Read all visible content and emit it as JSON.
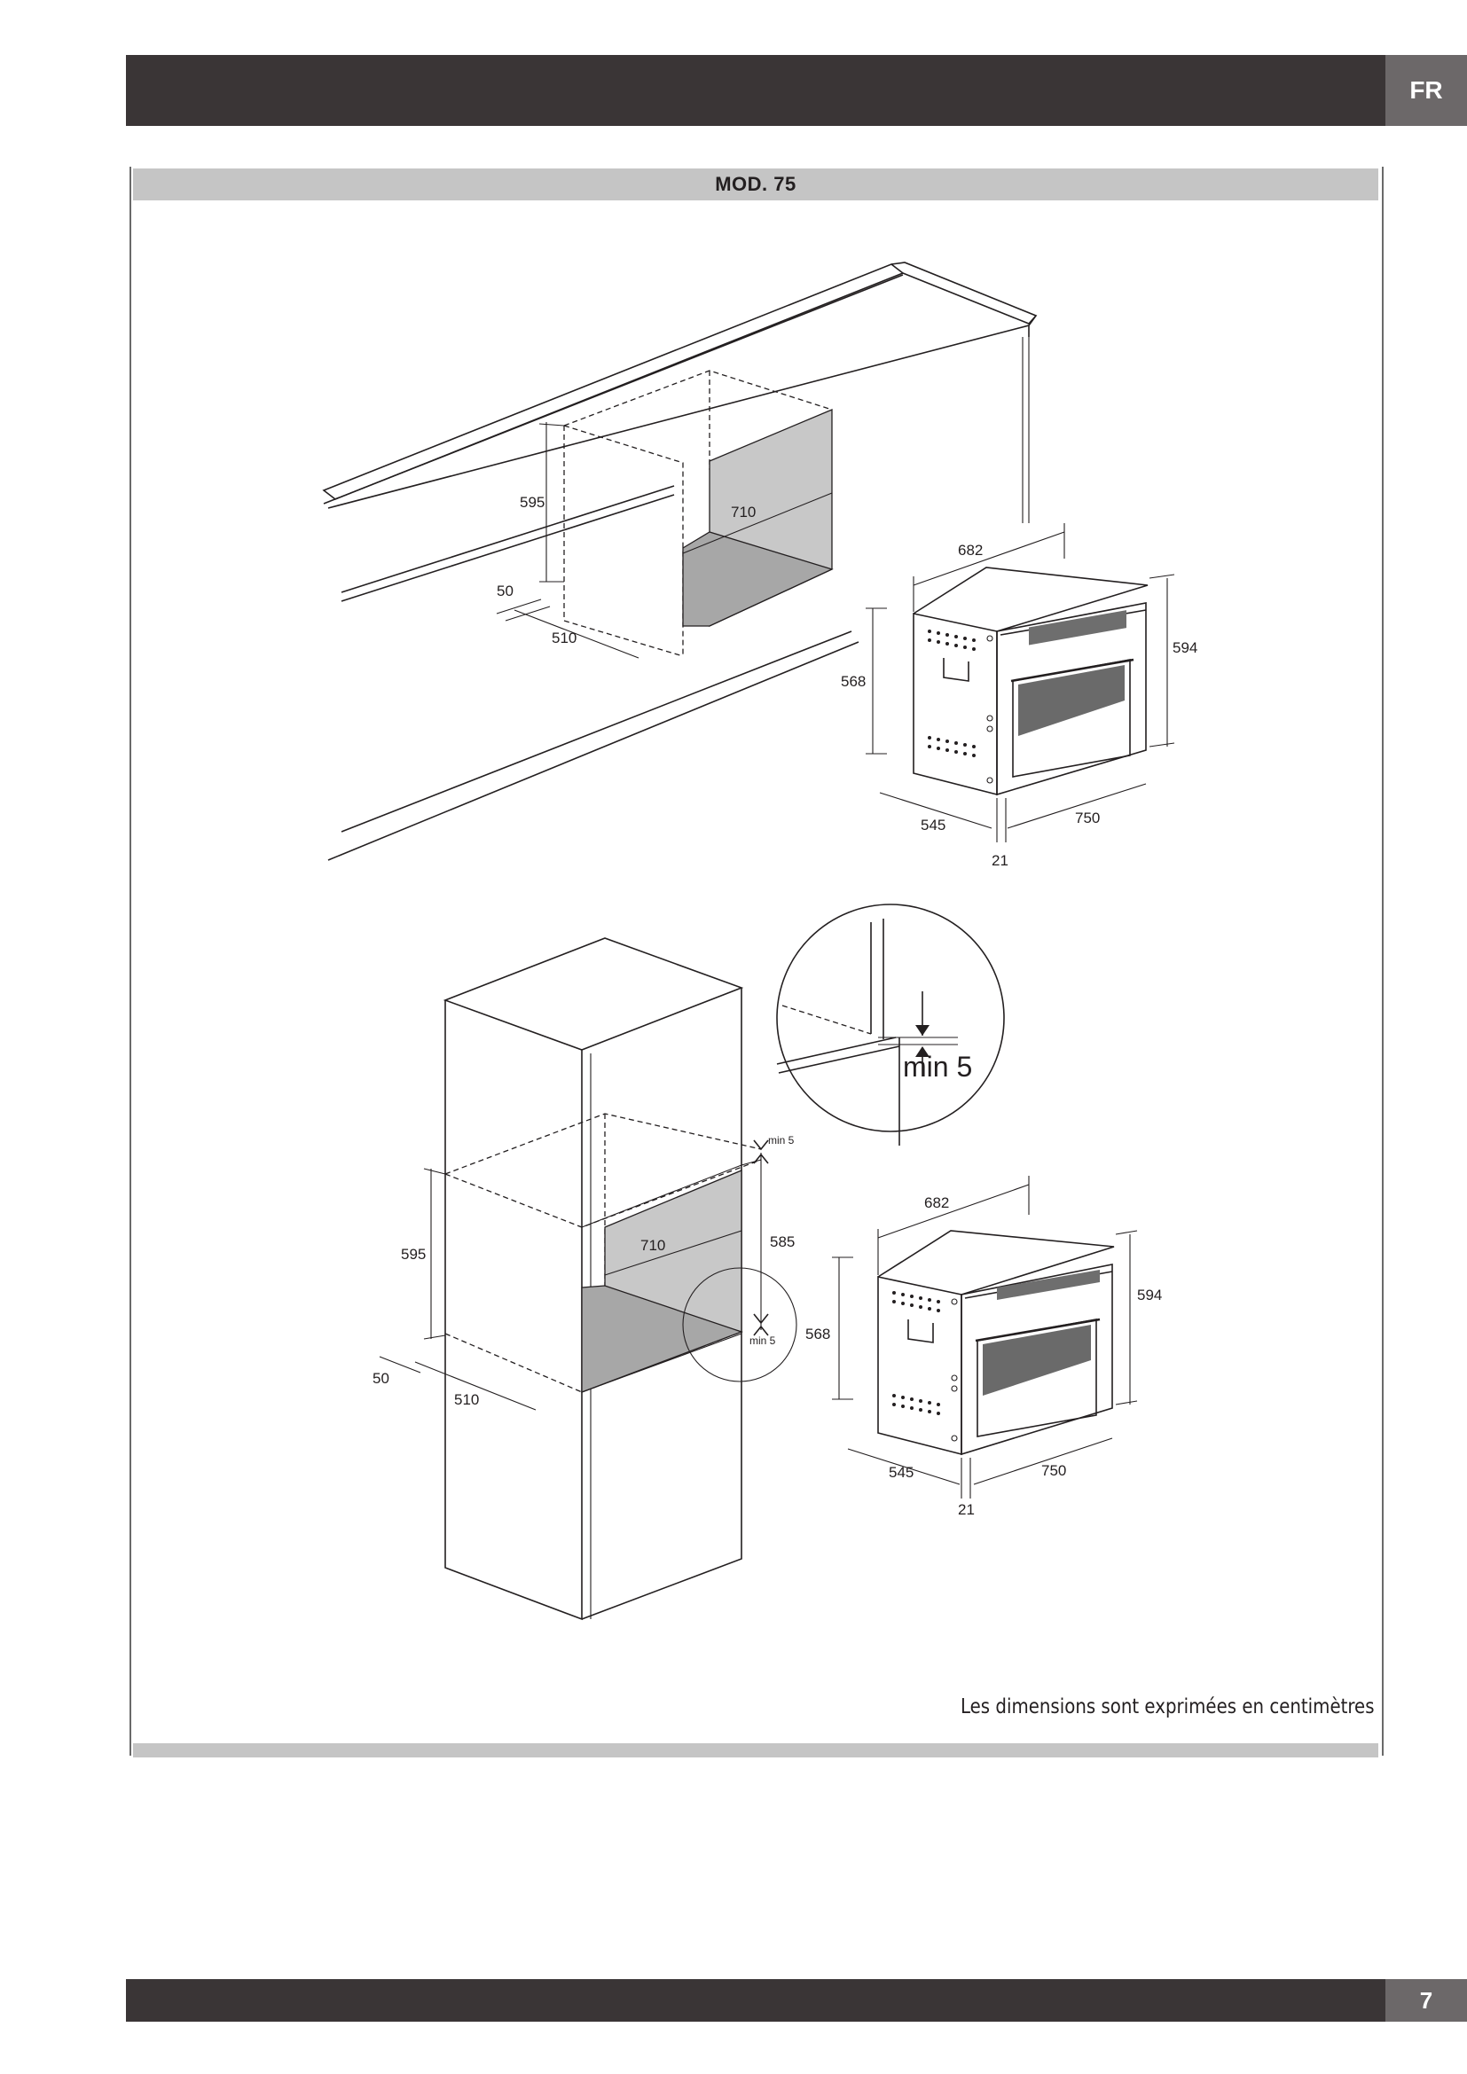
{
  "header": {
    "language": "FR"
  },
  "section": {
    "title": "MOD. 75"
  },
  "caption": "Les dimensions sont exprimées en centimètres",
  "footer": {
    "page_number": "7"
  },
  "figure_top": {
    "niche_height": "595",
    "niche_width": "710",
    "niche_depth": "510",
    "front_offset": "50",
    "oven_width": "682",
    "oven_height": "594",
    "oven_body_height": "568",
    "oven_depth": "545",
    "oven_front_width": "750",
    "panel_thickness": "21"
  },
  "detail": {
    "clearance_label": "min 5"
  },
  "figure_bottom": {
    "niche_height": "595",
    "niche_width": "710",
    "niche_depth": "510",
    "front_offset": "50",
    "opening_height": "585",
    "clearance_top": "min 5",
    "clearance_bottom": "min 5",
    "oven_width": "682",
    "oven_height": "594",
    "oven_body_height": "568",
    "oven_depth": "545",
    "oven_front_width": "750",
    "panel_thickness": "21"
  }
}
